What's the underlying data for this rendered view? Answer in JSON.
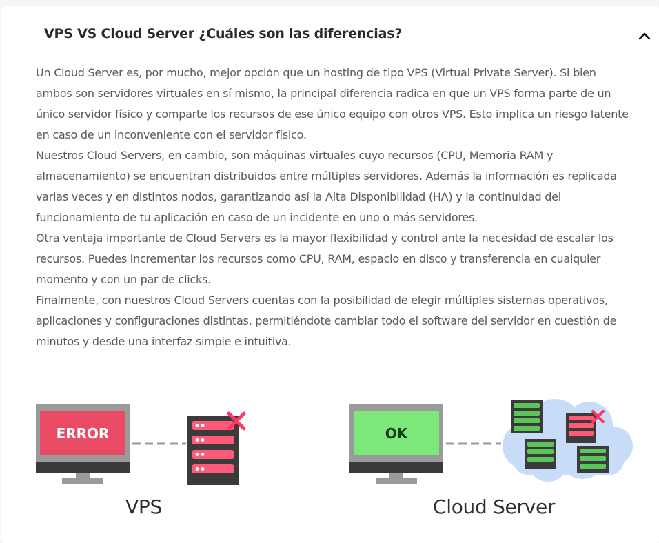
{
  "accordion": {
    "title": "VPS VS Cloud Server ¿Cuáles son las diferencias?",
    "toggle_icon": "chevron-up-icon",
    "paragraphs": [
      "Un Cloud Server es, por mucho, mejor opción que un hosting de tipo VPS (Virtual Private Server). Si bien ambos son servidores virtuales en sí mismo, la principal diferencia radica en que un VPS forma parte de un único servidor físico y comparte los recursos de ese único equipo con otros VPS. Esto implica un riesgo latente en caso de un inconveniente con el servidor físico.",
      "Nuestros Cloud Servers, en cambio, son máquinas virtuales cuyo recursos (CPU, Memoria RAM y almacenamiento) se encuentran distribuidos entre múltiples servidores. Además la información es replicada varias veces y en distintos nodos, garantizando así la Alta Disponibilidad (HA) y la continuidad del funcionamiento de tu aplicación en caso de un incidente en uno o más servidores.",
      "Otra ventaja importante de Cloud Servers es la mayor flexibilidad y control ante la necesidad de escalar los recursos. Puedes incrementar los recursos como CPU, RAM, espacio en disco y transferencia en cualquier momento y con un par de clicks.",
      "Finalmente, con nuestros Cloud Servers cuentas con la posibilidad de elegir múltiples sistemas operativos, aplicaciones y configuraciones distintas, permitiéndote cambiar todo el software del servidor en cuestión de minutos y desde una interfaz simple e intuitiva."
    ]
  },
  "illustrations": {
    "vps": {
      "screen_text": "ERROR",
      "caption": "VPS",
      "screen_color": "#e94a64",
      "status_icon": "x-mark-icon"
    },
    "cloud": {
      "screen_text": "OK",
      "caption": "Cloud Server",
      "screen_color": "#7de87a",
      "cloud_color": "#c7dcf6",
      "status_icon": "x-mark-icon"
    }
  },
  "colors": {
    "server_dark": "#3b3b3b",
    "server_green": "#5cc65a",
    "server_red": "#ff5a78",
    "x_mark": "#ff3864",
    "monitor_frame": "#3a3a3a",
    "monitor_bezel": "#9a9a9a",
    "dash": "#9a9a9a"
  }
}
